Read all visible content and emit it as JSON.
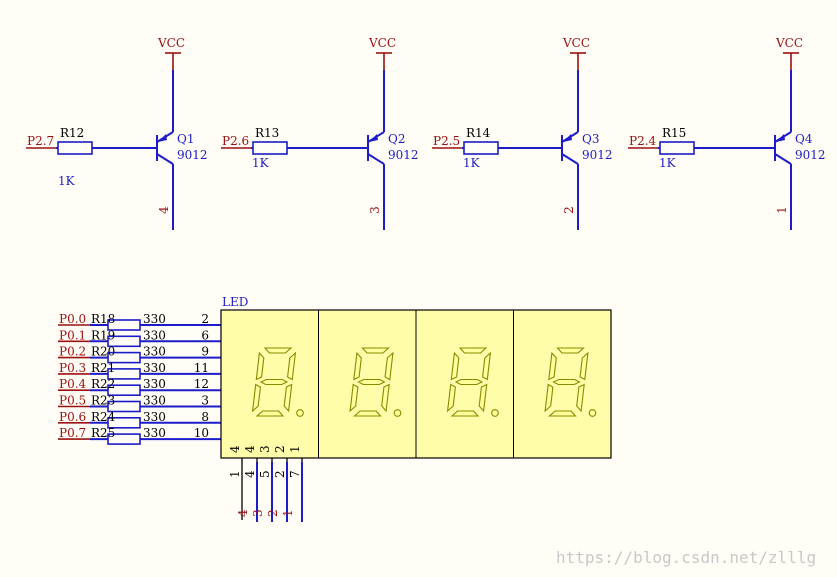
{
  "stages": [
    {
      "port": "P2.7",
      "resistor": "R12",
      "rvalue": "1K",
      "transistor": "Q1",
      "model": "9012",
      "pin": "4",
      "vcc": "VCC"
    },
    {
      "port": "P2.6",
      "resistor": "R13",
      "rvalue": "1K",
      "transistor": "Q2",
      "model": "9012",
      "pin": "3",
      "vcc": "VCC"
    },
    {
      "port": "P2.5",
      "resistor": "R14",
      "rvalue": "1K",
      "transistor": "Q3",
      "model": "9012",
      "pin": "2",
      "vcc": "VCC"
    },
    {
      "port": "P2.4",
      "resistor": "R15",
      "rvalue": "1K",
      "transistor": "Q4",
      "model": "9012",
      "pin": "1",
      "vcc": "VCC"
    }
  ],
  "display": {
    "label": "LED",
    "segments": [
      {
        "port": "P0.0",
        "resistor": "R18",
        "value": "330",
        "pin": "2",
        "seg": "a"
      },
      {
        "port": "P0.1",
        "resistor": "R19",
        "value": "330",
        "pin": "6",
        "seg": "b"
      },
      {
        "port": "P0.2",
        "resistor": "R20",
        "value": "330",
        "pin": "9",
        "seg": "c"
      },
      {
        "port": "P0.3",
        "resistor": "R21",
        "value": "330",
        "pin": "11",
        "seg": "d"
      },
      {
        "port": "P0.4",
        "resistor": "R22",
        "value": "330",
        "pin": "12",
        "seg": "e"
      },
      {
        "port": "P0.5",
        "resistor": "R23",
        "value": "330",
        "pin": "3",
        "seg": "f"
      },
      {
        "port": "P0.6",
        "resistor": "R24",
        "value": "330",
        "pin": "8",
        "seg": "g"
      },
      {
        "port": "P0.7",
        "resistor": "R25",
        "value": "330",
        "pin": "10",
        "seg": "DP"
      }
    ],
    "digit_pins_top": [
      "4",
      "4",
      "3",
      "2",
      "1"
    ],
    "digit_pins_mid": [
      "1",
      "4",
      "5",
      "2",
      "7"
    ],
    "digit_pins_bottom": [
      "4",
      "3",
      "2",
      "1"
    ]
  },
  "watermark": "https://blog.csdn.net/zlllg"
}
